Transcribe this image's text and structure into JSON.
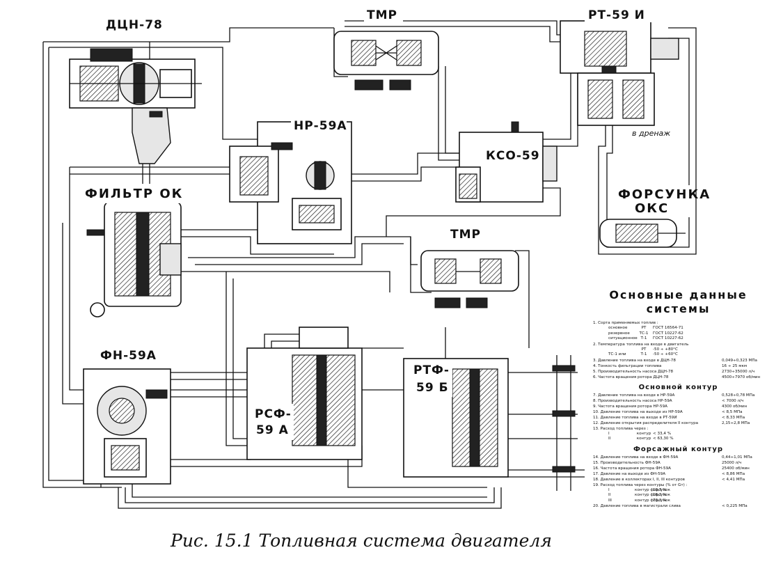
{
  "labels": {
    "dcn78": "ДЦН-78",
    "tmr_top": "ТМР",
    "rt59i": "РТ-59 И",
    "nr59a": "НР-59А",
    "kso59": "КСО-59",
    "filter": "ФИЛЬТР ОК",
    "forsunka_1": "ФОРСУНКА",
    "forsunka_2": "ОКС",
    "tmr_mid": "ТМР",
    "fn59a": "ФН-59А",
    "rtf_1": "РТФ-",
    "rtf_2": "59 Б",
    "rsf_1": "РСФ-",
    "rsf_2": "59 А",
    "drain": "в дренаж"
  },
  "caption": "Рис. 15.1 Топливная система двигателя",
  "specs": {
    "title_1": "Основные данные",
    "title_2": "системы",
    "general": [
      {
        "t": "1. Сорта применяемых топлив :",
        "v": ""
      }
    ],
    "fuels": [
      {
        "a": "основное",
        "b": "РТ",
        "c": "ГОСТ 16564-71"
      },
      {
        "a": "резервное",
        "b": "ТС-1",
        "c": "ГОСТ 10227-62"
      },
      {
        "a": "ситуационное",
        "b": "Т-1",
        "c": "ГОСТ 10227-62"
      }
    ],
    "general2": [
      {
        "t": "2. Температура топлива на входе в двигатель",
        "v": ""
      }
    ],
    "temps": [
      {
        "a": "",
        "b": "РТ",
        "c": "-50 ÷ +80°С"
      },
      {
        "a": "ТС-1 или",
        "b": "Т-1",
        "c": "-50 ÷ +60°С"
      }
    ],
    "general3": [
      {
        "t": "3. Давление топлива на входе в ДЦН-78",
        "v": "0,049÷0,323 МПа"
      },
      {
        "t": "4. Тонкость фильтрации топлива",
        "v": "16 ÷ 25 мкм"
      },
      {
        "t": "5. Производительность насоса ДЦН-78",
        "v": "2730÷35000 л/ч"
      },
      {
        "t": "6. Частота вращения ротора ДЦН-78",
        "v": "4500÷7970 об/мин"
      }
    ],
    "main_title": "Основной контур",
    "main": [
      {
        "t": "7. Давление топлива на входе в НР-59А",
        "v": "0,528÷0,78 МПа"
      },
      {
        "t": "8. Производительность насоса НР-59А",
        "v": "< 7000 л/ч"
      },
      {
        "t": "9. Частота вращения ротора НР-59А",
        "v": "4300 об/мин"
      },
      {
        "t": "10. Давление топлива на выходе из НР-59А",
        "v": "< 8,5 МПа"
      },
      {
        "t": "11. Давление топлива на входе в РТ-59И",
        "v": "< 8,33 МПа"
      },
      {
        "t": "12. Давление открытия распределителя II контура",
        "v": "2,15÷2,8 МПа"
      },
      {
        "t": "13. Расход топлива через :",
        "v": ""
      }
    ],
    "main_sub": [
      {
        "a": "I",
        "b": "контур",
        "c": "< 33,4 %"
      },
      {
        "a": "II",
        "b": "контур",
        "c": "< 63,30 %"
      }
    ],
    "ab_title": "Форсажный контур",
    "ab": [
      {
        "t": "14. Давление топлива на входе в ФН-59А",
        "v": "0,44÷1,01 МПа"
      },
      {
        "t": "15. Производительность ФН-59А",
        "v": "25000 л/ч"
      },
      {
        "t": "16. Частота вращения ротора ФН-59А",
        "v": "25400 об/мин"
      },
      {
        "t": "17. Давление на выходе из ФН-59А",
        "v": "< 8,86 МПа"
      },
      {
        "t": "18. Давление в коллекторах I, II, III контуров",
        "v": "< 4,41 МПа"
      },
      {
        "t": "19. Расход топлива через контуры (% от Gт) :",
        "v": ""
      }
    ],
    "ab_sub": [
      {
        "a": "I",
        "b": "контур форсунок",
        "c": "10,3 %"
      },
      {
        "a": "II",
        "b": "контур форсунок",
        "c": "16,2 %"
      },
      {
        "a": "III",
        "b": "контур форсунок",
        "c": "73,2 %"
      }
    ],
    "ab2": [
      {
        "t": "20. Давление топлива в магистрали слива",
        "v": "< 0,225 МПа"
      }
    ]
  },
  "colors": {
    "ink": "#111111",
    "paper": "#ffffff"
  }
}
